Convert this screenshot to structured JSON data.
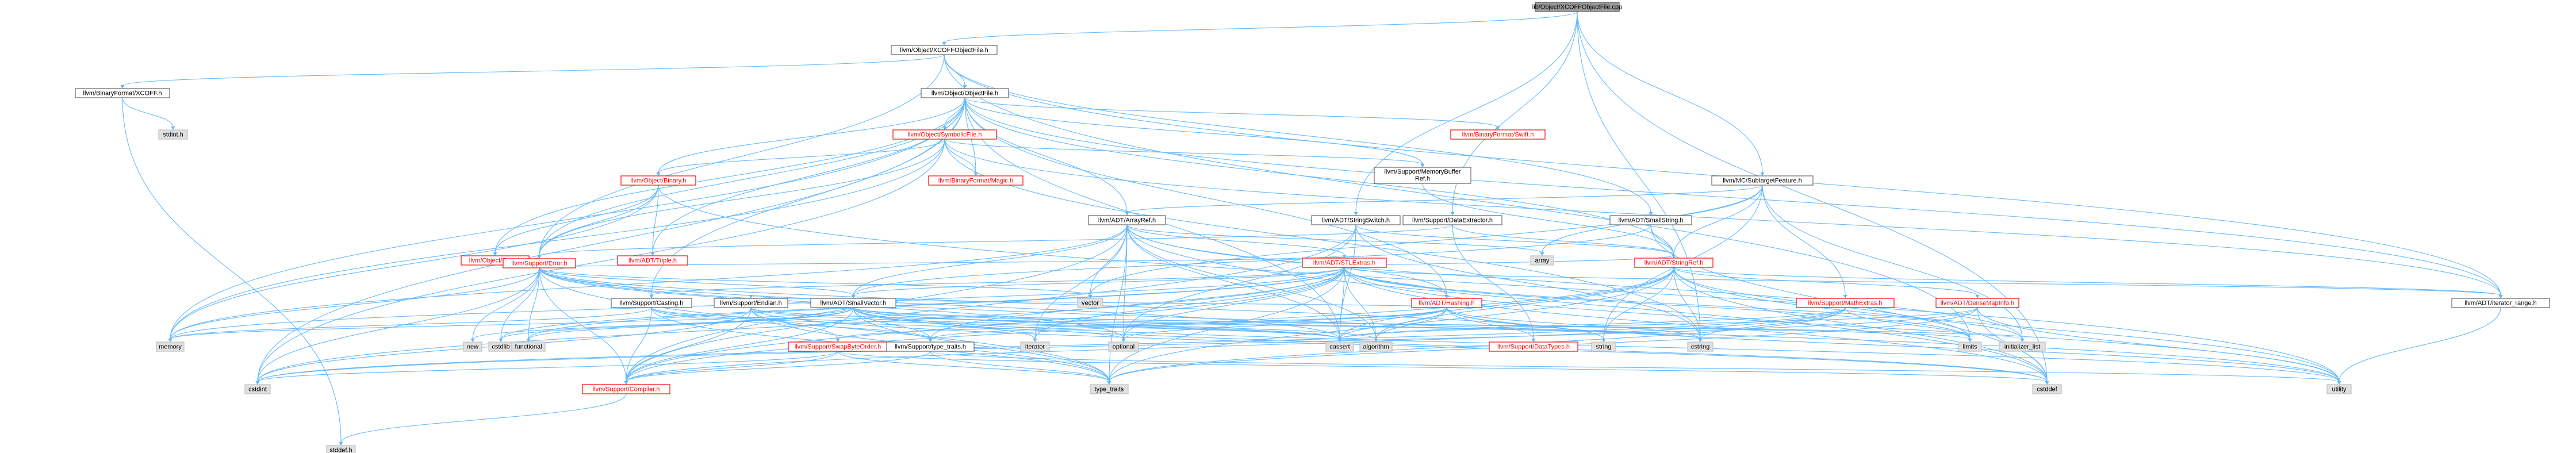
{
  "colors": {
    "edge": "#63b8ff",
    "node_border_internal": "#666666",
    "node_border_external": "#bfbfbf",
    "node_fill_root": "#999999",
    "node_fill_internal": "#ffffff",
    "node_fill_external": "#e0e0e0",
    "text_internal": "#000000",
    "text_incomplete": "#ff0000"
  },
  "nodes": [
    {
      "id": "root",
      "label": "lib/Object/XCOFFObjectFile.cpp",
      "kind": "root"
    },
    {
      "id": "xcoffobj",
      "label": "llvm/Object/XCOFFObjectFile.h",
      "kind": "internal"
    },
    {
      "id": "bfxcoff",
      "label": "llvm/BinaryFormat/XCOFF.h",
      "kind": "internal"
    },
    {
      "id": "stddef_h",
      "label": "stddef.h",
      "kind": "external"
    },
    {
      "id": "stdint_h",
      "label": "stdint.h",
      "kind": "external"
    },
    {
      "id": "objfile",
      "label": "llvm/Object/ObjectFile.h",
      "kind": "internal"
    },
    {
      "id": "symfile",
      "label": "llvm/Object/SymbolicFile.h",
      "kind": "incomplete"
    },
    {
      "id": "bfswift",
      "label": "llvm/BinaryFormat/Swift.h",
      "kind": "incomplete"
    },
    {
      "id": "membuf",
      "label": "llvm/Support/MemoryBuffer\nRef.h",
      "kind": "internal"
    },
    {
      "id": "subtarget",
      "label": "llvm/MC/SubtargetFeature.h",
      "kind": "internal"
    },
    {
      "id": "objbinary",
      "label": "llvm/Object/Binary.h",
      "kind": "incomplete"
    },
    {
      "id": "bfmagic",
      "label": "llvm/BinaryFormat/Magic.h",
      "kind": "incomplete"
    },
    {
      "id": "arrayref",
      "label": "llvm/ADT/ArrayRef.h",
      "kind": "internal"
    },
    {
      "id": "strswitch",
      "label": "llvm/ADT/StringSwitch.h",
      "kind": "internal"
    },
    {
      "id": "dataextr",
      "label": "llvm/Support/DataExtractor.h",
      "kind": "internal"
    },
    {
      "id": "smallstr",
      "label": "llvm/ADT/SmallString.h",
      "kind": "internal"
    },
    {
      "id": "objerror",
      "label": "llvm/Object/Error.h",
      "kind": "incomplete"
    },
    {
      "id": "triple",
      "label": "llvm/ADT/Triple.h",
      "kind": "incomplete"
    },
    {
      "id": "array",
      "label": "array",
      "kind": "external"
    },
    {
      "id": "stlextras",
      "label": "llvm/ADT/STLExtras.h",
      "kind": "incomplete"
    },
    {
      "id": "stringref",
      "label": "llvm/ADT/StringRef.h",
      "kind": "incomplete"
    },
    {
      "id": "supperror",
      "label": "llvm/Support/Error.h",
      "kind": "incomplete"
    },
    {
      "id": "casting",
      "label": "llvm/Support/Casting.h",
      "kind": "internal"
    },
    {
      "id": "endian",
      "label": "llvm/Support/Endian.h",
      "kind": "internal"
    },
    {
      "id": "smallvec",
      "label": "llvm/ADT/SmallVector.h",
      "kind": "internal"
    },
    {
      "id": "vector",
      "label": "vector",
      "kind": "external"
    },
    {
      "id": "hashing",
      "label": "llvm/ADT/Hashing.h",
      "kind": "incomplete"
    },
    {
      "id": "mathextras",
      "label": "llvm/Support/MathExtras.h",
      "kind": "incomplete"
    },
    {
      "id": "densemap",
      "label": "llvm/ADT/DenseMapInfo.h",
      "kind": "incomplete"
    },
    {
      "id": "iterrange",
      "label": "llvm/ADT/iterator_range.h",
      "kind": "internal"
    },
    {
      "id": "memory",
      "label": "memory",
      "kind": "external"
    },
    {
      "id": "new",
      "label": "new",
      "kind": "external"
    },
    {
      "id": "cstdlib",
      "label": "cstdlib",
      "kind": "external"
    },
    {
      "id": "functional",
      "label": "functional",
      "kind": "external"
    },
    {
      "id": "swapbyte",
      "label": "llvm/Support/SwapByteOrder.h",
      "kind": "incomplete"
    },
    {
      "id": "typetraits",
      "label": "llvm/Support/type_traits.h",
      "kind": "internal"
    },
    {
      "id": "iterator",
      "label": "iterator",
      "kind": "external"
    },
    {
      "id": "optional",
      "label": "optional",
      "kind": "external"
    },
    {
      "id": "cassert",
      "label": "cassert",
      "kind": "external"
    },
    {
      "id": "algorithm",
      "label": "algorithm",
      "kind": "external"
    },
    {
      "id": "datatypes",
      "label": "llvm/Support/DataTypes.h",
      "kind": "incomplete"
    },
    {
      "id": "string",
      "label": "string",
      "kind": "external"
    },
    {
      "id": "cstring",
      "label": "cstring",
      "kind": "external"
    },
    {
      "id": "limits",
      "label": "limits",
      "kind": "external"
    },
    {
      "id": "initlist",
      "label": "initializer_list",
      "kind": "external"
    },
    {
      "id": "cstdint",
      "label": "cstdint",
      "kind": "external"
    },
    {
      "id": "compiler",
      "label": "llvm/Support/Compiler.h",
      "kind": "incomplete"
    },
    {
      "id": "type_traits",
      "label": "type_traits",
      "kind": "external"
    },
    {
      "id": "cstddef",
      "label": "cstddef",
      "kind": "external"
    },
    {
      "id": "utility",
      "label": "utility",
      "kind": "external"
    }
  ],
  "edges": [
    [
      "root",
      "xcoffobj"
    ],
    [
      "root",
      "subtarget"
    ],
    [
      "root",
      "strswitch"
    ],
    [
      "root",
      "dataextr"
    ],
    [
      "root",
      "cstddef"
    ],
    [
      "root",
      "cstring"
    ],
    [
      "xcoffobj",
      "bfxcoff"
    ],
    [
      "xcoffobj",
      "objfile"
    ],
    [
      "xcoffobj",
      "supperror"
    ],
    [
      "xcoffobj",
      "smallstr"
    ],
    [
      "xcoffobj",
      "iterrange"
    ],
    [
      "xcoffobj",
      "limits"
    ],
    [
      "bfxcoff",
      "stddef_h"
    ],
    [
      "bfxcoff",
      "stdint_h"
    ],
    [
      "objfile",
      "symfile"
    ],
    [
      "objfile",
      "bfswift"
    ],
    [
      "objfile",
      "membuf"
    ],
    [
      "objfile",
      "objbinary"
    ],
    [
      "objfile",
      "bfmagic"
    ],
    [
      "objfile",
      "arrayref"
    ],
    [
      "objfile",
      "objerror"
    ],
    [
      "objfile",
      "triple"
    ],
    [
      "objfile",
      "casting"
    ],
    [
      "objfile",
      "stringref"
    ],
    [
      "objfile",
      "supperror"
    ],
    [
      "objfile",
      "iterrange"
    ],
    [
      "objfile",
      "hashing"
    ],
    [
      "objfile",
      "cassert"
    ],
    [
      "objfile",
      "memory"
    ],
    [
      "objfile",
      "cstdint"
    ],
    [
      "objfile",
      "system_error_placeholder"
    ],
    [
      "symfile",
      "objbinary"
    ],
    [
      "symfile",
      "bfmagic"
    ],
    [
      "symfile",
      "supperror"
    ],
    [
      "symfile",
      "membuf"
    ],
    [
      "symfile",
      "iterrange"
    ],
    [
      "symfile",
      "cstdint"
    ],
    [
      "symfile",
      "memory"
    ],
    [
      "symfile",
      "cstring"
    ],
    [
      "objbinary",
      "objerror"
    ],
    [
      "objbinary",
      "triple"
    ],
    [
      "objbinary",
      "supperror"
    ],
    [
      "objbinary",
      "memory"
    ],
    [
      "objbinary",
      "utility"
    ],
    [
      "objerror",
      "supperror"
    ],
    [
      "subtarget",
      "arrayref"
    ],
    [
      "subtarget",
      "stringref"
    ],
    [
      "subtarget",
      "mathextras"
    ],
    [
      "subtarget",
      "array"
    ],
    [
      "subtarget",
      "initlist"
    ],
    [
      "subtarget",
      "string"
    ],
    [
      "subtarget",
      "vector"
    ],
    [
      "arrayref",
      "hashing"
    ],
    [
      "arrayref",
      "smallvec"
    ],
    [
      "arrayref",
      "stlextras"
    ],
    [
      "arrayref",
      "compiler"
    ],
    [
      "arrayref",
      "algorithm"
    ],
    [
      "arrayref",
      "array"
    ],
    [
      "arrayref",
      "cassert"
    ],
    [
      "arrayref",
      "cstddef"
    ],
    [
      "arrayref",
      "initlist"
    ],
    [
      "arrayref",
      "iterator"
    ],
    [
      "arrayref",
      "memory"
    ],
    [
      "arrayref",
      "optional"
    ],
    [
      "arrayref",
      "type_traits"
    ],
    [
      "arrayref",
      "vector"
    ],
    [
      "strswitch",
      "stringref"
    ],
    [
      "strswitch",
      "compiler"
    ],
    [
      "strswitch",
      "cassert"
    ],
    [
      "strswitch",
      "cstring"
    ],
    [
      "strswitch",
      "optional"
    ],
    [
      "dataextr",
      "supperror"
    ],
    [
      "dataextr",
      "stringref"
    ],
    [
      "dataextr",
      "datatypes"
    ],
    [
      "smallstr",
      "stringref"
    ],
    [
      "smallstr",
      "smallvec"
    ],
    [
      "smallstr",
      "cstddef"
    ],
    [
      "stlextras",
      "hashing"
    ],
    [
      "stlextras",
      "smallvec"
    ],
    [
      "stlextras",
      "stringref"
    ],
    [
      "stlextras",
      "iterrange"
    ],
    [
      "stlextras",
      "compiler"
    ],
    [
      "stlextras",
      "algorithm"
    ],
    [
      "stlextras",
      "cassert"
    ],
    [
      "stlextras",
      "cstddef"
    ],
    [
      "stlextras",
      "cstdint"
    ],
    [
      "stlextras",
      "cstdlib"
    ],
    [
      "stlextras",
      "functional"
    ],
    [
      "stlextras",
      "initlist"
    ],
    [
      "stlextras",
      "iterator"
    ],
    [
      "stlextras",
      "limits"
    ],
    [
      "stlextras",
      "memory"
    ],
    [
      "stlextras",
      "optional"
    ],
    [
      "stlextras",
      "type_traits"
    ],
    [
      "stlextras",
      "utility"
    ],
    [
      "stlextras",
      "casting"
    ],
    [
      "stlextras",
      "typetraits"
    ],
    [
      "stringref",
      "densemap"
    ],
    [
      "stringref",
      "iterrange"
    ],
    [
      "stringref",
      "compiler"
    ],
    [
      "stringref",
      "algorithm"
    ],
    [
      "stringref",
      "cassert"
    ],
    [
      "stringref",
      "cstddef"
    ],
    [
      "stringref",
      "cstring"
    ],
    [
      "stringref",
      "limits"
    ],
    [
      "stringref",
      "string"
    ],
    [
      "stringref",
      "type_traits"
    ],
    [
      "stringref",
      "utility"
    ],
    [
      "supperror",
      "stlextras"
    ],
    [
      "supperror",
      "smallvec"
    ],
    [
      "supperror",
      "casting"
    ],
    [
      "supperror",
      "compiler"
    ],
    [
      "supperror",
      "cassert"
    ],
    [
      "supperror",
      "cstdint"
    ],
    [
      "supperror",
      "cstdlib"
    ],
    [
      "supperror",
      "functional"
    ],
    [
      "supperror",
      "memory"
    ],
    [
      "supperror",
      "new"
    ],
    [
      "supperror",
      "optional"
    ],
    [
      "supperror",
      "string"
    ],
    [
      "supperror",
      "system_error_placeholder"
    ],
    [
      "supperror",
      "type_traits"
    ],
    [
      "supperror",
      "utility"
    ],
    [
      "supperror",
      "vector"
    ],
    [
      "casting",
      "compiler"
    ],
    [
      "casting",
      "typetraits"
    ],
    [
      "casting",
      "cassert"
    ],
    [
      "casting",
      "memory"
    ],
    [
      "casting",
      "optional"
    ],
    [
      "casting",
      "type_traits"
    ],
    [
      "endian",
      "compiler"
    ],
    [
      "endian",
      "swapbyte"
    ],
    [
      "endian",
      "cassert"
    ],
    [
      "endian",
      "cstddef"
    ],
    [
      "endian",
      "cstdint"
    ],
    [
      "endian",
      "cstring"
    ],
    [
      "endian",
      "type_traits"
    ],
    [
      "smallvec",
      "compiler"
    ],
    [
      "smallvec",
      "typetraits"
    ],
    [
      "smallvec",
      "algorithm"
    ],
    [
      "smallvec",
      "cassert"
    ],
    [
      "smallvec",
      "cstddef"
    ],
    [
      "smallvec",
      "cstdlib"
    ],
    [
      "smallvec",
      "cstring"
    ],
    [
      "smallvec",
      "functional"
    ],
    [
      "smallvec",
      "initlist"
    ],
    [
      "smallvec",
      "iterator"
    ],
    [
      "smallvec",
      "limits"
    ],
    [
      "smallvec",
      "memory"
    ],
    [
      "smallvec",
      "new"
    ],
    [
      "smallvec",
      "type_traits"
    ],
    [
      "smallvec",
      "utility"
    ],
    [
      "hashing",
      "endian"
    ],
    [
      "hashing",
      "swapbyte"
    ],
    [
      "hashing",
      "typetraits"
    ],
    [
      "hashing",
      "datatypes"
    ],
    [
      "hashing",
      "algorithm"
    ],
    [
      "hashing",
      "cassert"
    ],
    [
      "hashing",
      "cstring"
    ],
    [
      "hashing",
      "optional"
    ],
    [
      "hashing",
      "string"
    ],
    [
      "hashing",
      "tuple_placeholder"
    ],
    [
      "hashing",
      "utility"
    ],
    [
      "mathextras",
      "compiler"
    ],
    [
      "mathextras",
      "cassert"
    ],
    [
      "mathextras",
      "climits_placeholder"
    ],
    [
      "mathextras",
      "cstdint"
    ],
    [
      "mathextras",
      "cstring"
    ],
    [
      "mathextras",
      "limits"
    ],
    [
      "mathextras",
      "type_traits"
    ],
    [
      "densemap",
      "cassert"
    ],
    [
      "densemap",
      "cstddef"
    ],
    [
      "densemap",
      "cstdint"
    ],
    [
      "densemap",
      "tuple_placeholder"
    ],
    [
      "densemap",
      "type_traits"
    ],
    [
      "densemap",
      "utility"
    ],
    [
      "iterrange",
      "utility"
    ],
    [
      "swapbyte",
      "compiler"
    ],
    [
      "swapbyte",
      "cstddef"
    ],
    [
      "swapbyte",
      "cstdint"
    ],
    [
      "swapbyte",
      "type_traits"
    ],
    [
      "typetraits",
      "compiler"
    ],
    [
      "typetraits",
      "type_traits"
    ],
    [
      "typetraits",
      "utility"
    ],
    [
      "compiler",
      "stddef_h"
    ],
    [
      "membuf",
      "stringref"
    ]
  ]
}
